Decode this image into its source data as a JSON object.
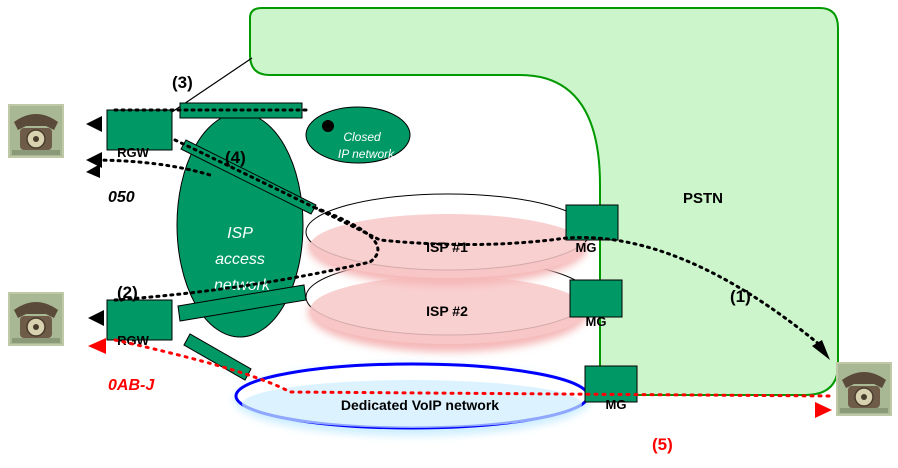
{
  "labels": {
    "pstn": "PSTN",
    "isp1": "ISP #1",
    "isp2": "ISP #2",
    "isp_access_line1": "ISP",
    "isp_access_line2": "access",
    "isp_access_line3": "network",
    "closed_line1": "Closed",
    "closed_line2": "IP network",
    "dedicated": "Dedicated VoIP network",
    "rgw_top": "RGW",
    "rgw_bottom": "RGW",
    "mg1": "MG",
    "mg2": "MG",
    "mg3": "MG",
    "num_050": "050",
    "num_0abj": "0AB-J",
    "step1": "(1)",
    "step2": "(2)",
    "step3": "(3)",
    "step4": "(4)",
    "step5": "(5)"
  },
  "colors": {
    "pstn_fill": "#ccf5cc",
    "pstn_stroke": "#009900",
    "device_fill": "#009966",
    "isp_access_fill": "#009966",
    "isp_fill": "#f8c8c8",
    "dedicated_stroke": "#0000ff",
    "dedicated_fill": "#cdeeff",
    "red_path": "#ff0000",
    "black_path": "#000000"
  },
  "icons": [
    "telephone-icon-top-left",
    "telephone-icon-bottom-left",
    "telephone-icon-right"
  ]
}
